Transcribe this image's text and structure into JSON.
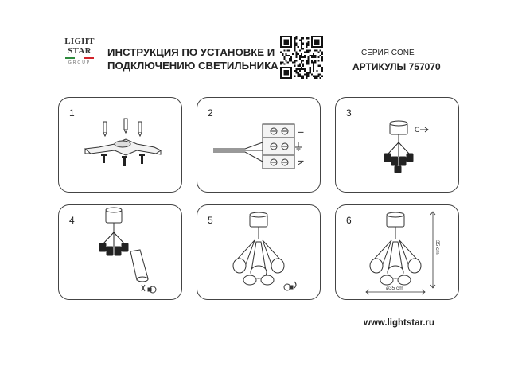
{
  "logo": {
    "line1": "LIGHT",
    "line2": "STAR",
    "sub": "GROUP",
    "flag_colors": [
      "#2e8b3d",
      "#ffffff",
      "#d2232a"
    ]
  },
  "header": {
    "title_line1": "ИНСТРУКЦИЯ ПО УСТАНОВКЕ И",
    "title_line2": "ПОДКЛЮЧЕНИЮ СВЕТИЛЬНИКА",
    "series": "СЕРИЯ CONE",
    "article": "АРТИКУЛЫ 757070"
  },
  "steps": [
    {
      "number": "1"
    },
    {
      "number": "2",
      "wire_labels": [
        "L",
        "N"
      ]
    },
    {
      "number": "3"
    },
    {
      "number": "4"
    },
    {
      "number": "5"
    },
    {
      "number": "6",
      "height_label": "35 cm",
      "width_label": "ø35 cm"
    }
  ],
  "footer": {
    "website": "www.lightstar.ru"
  }
}
